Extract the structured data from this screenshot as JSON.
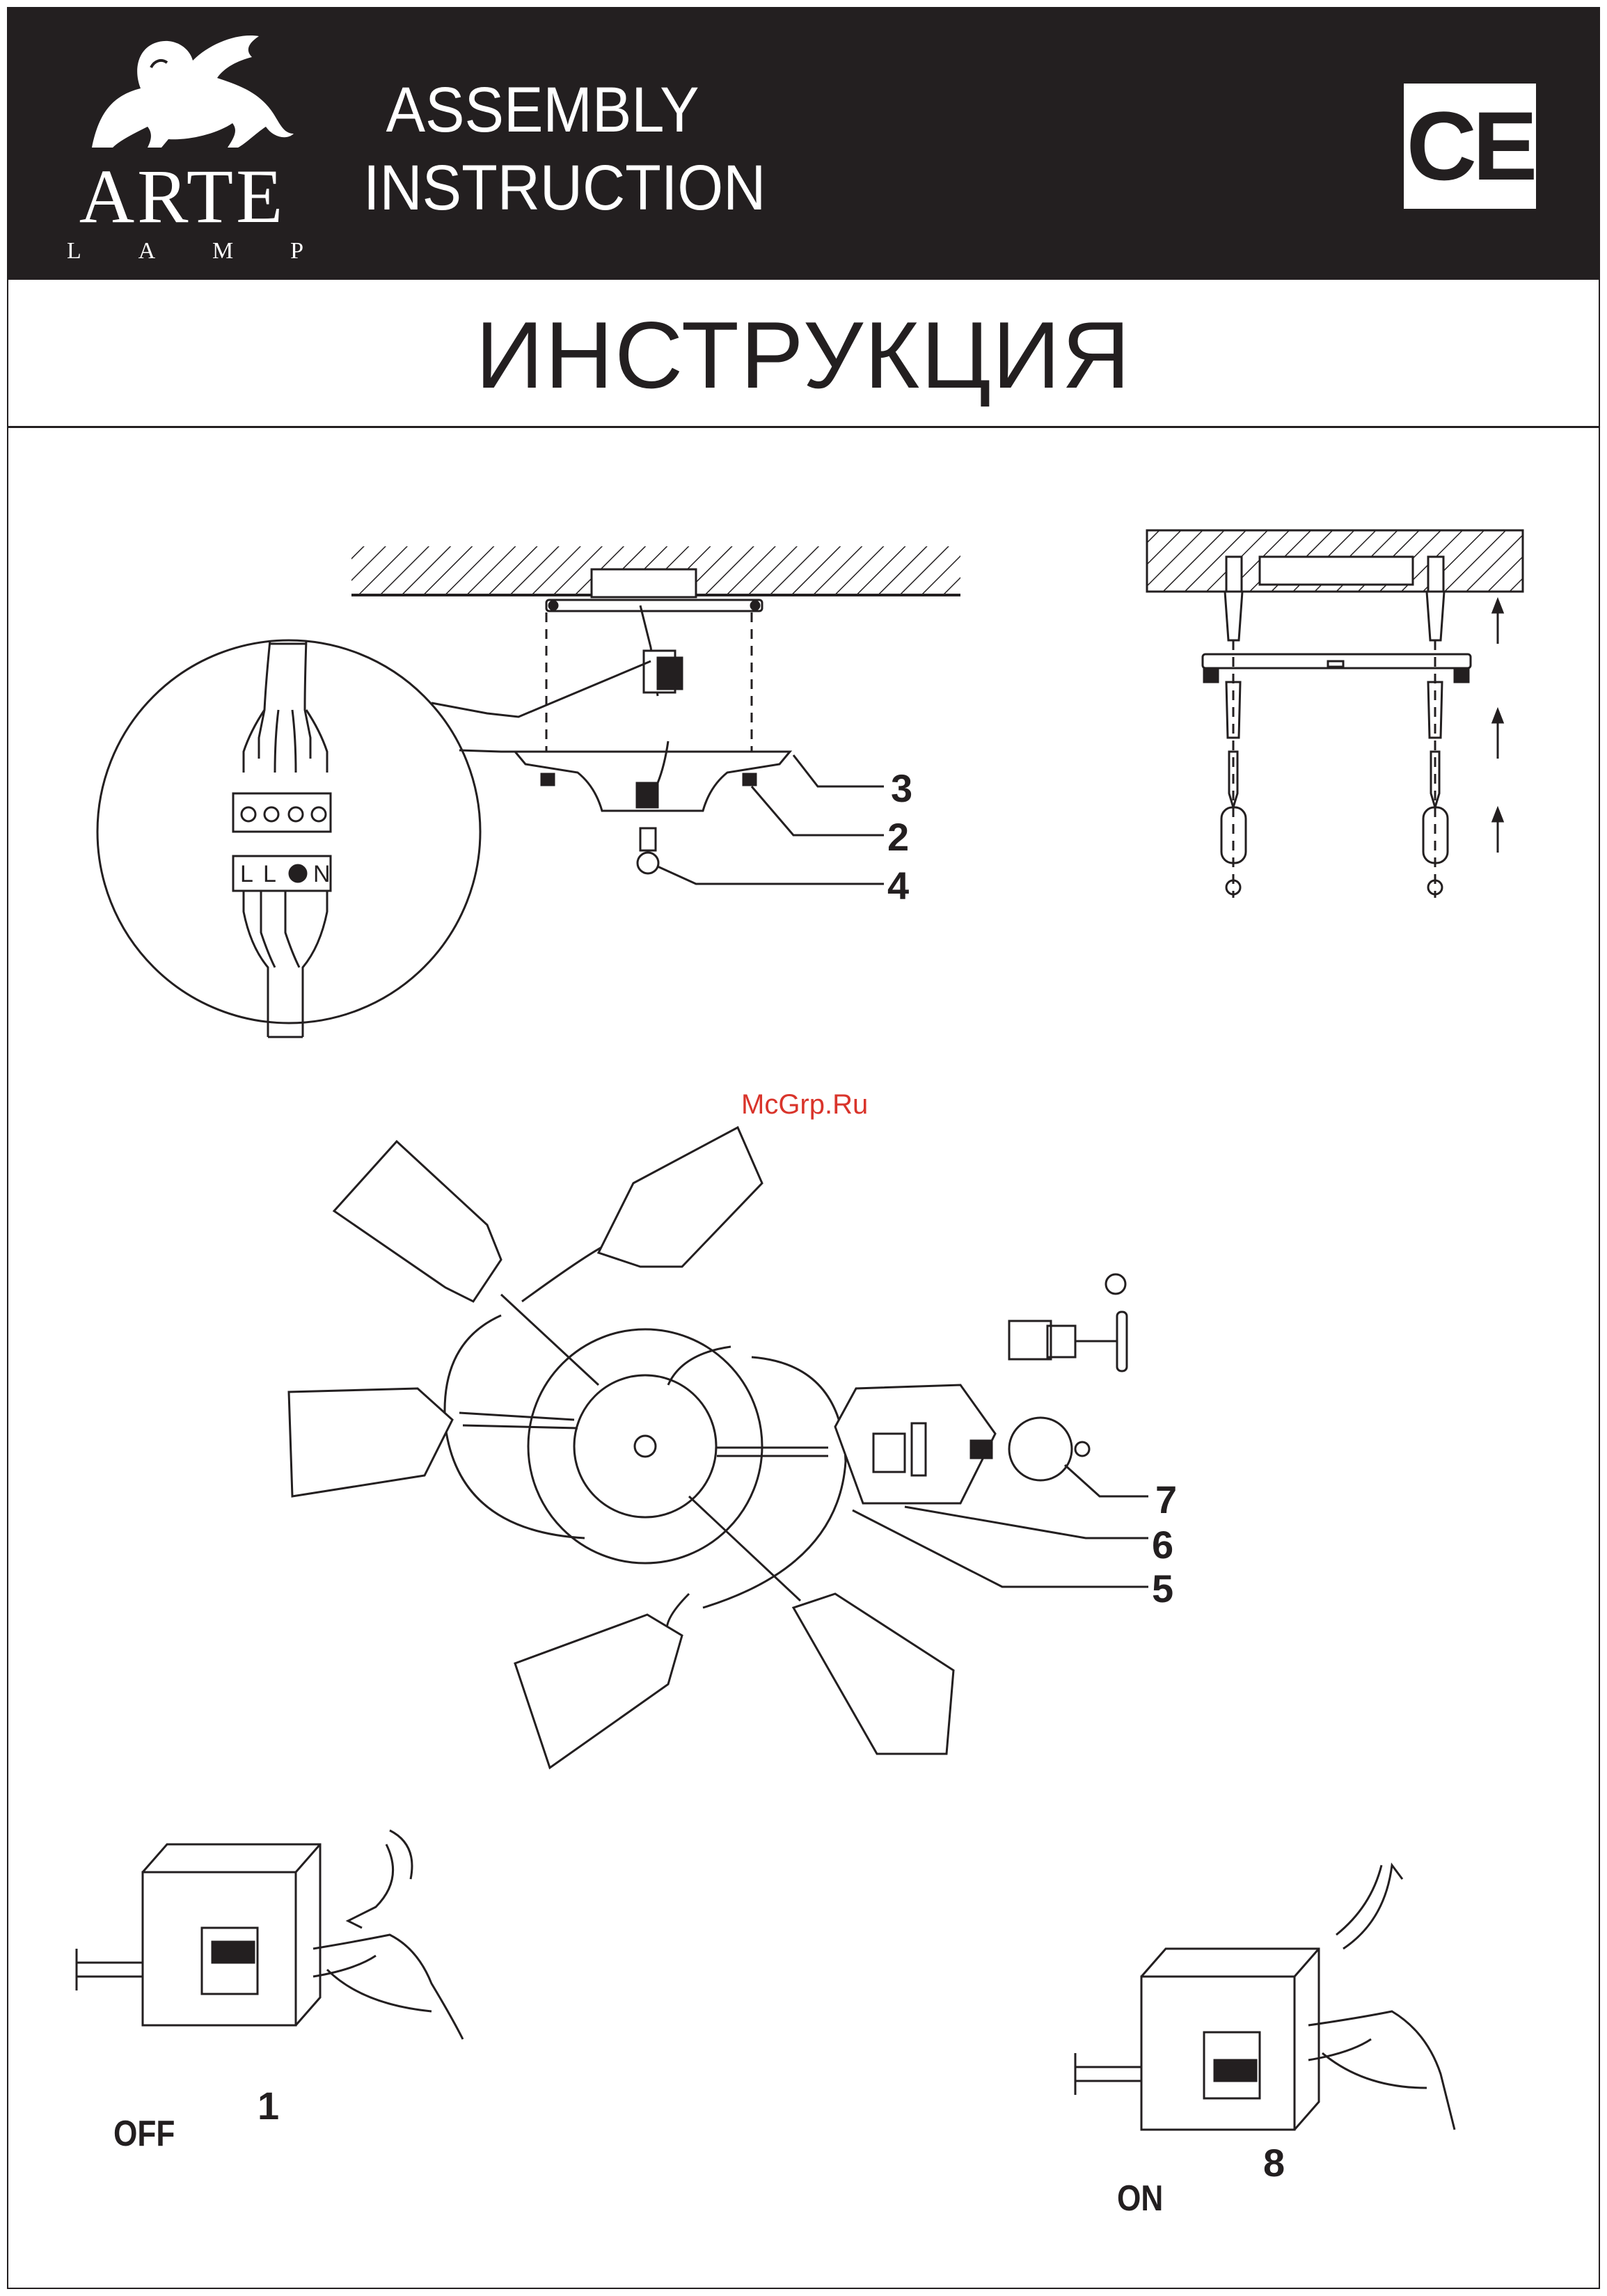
{
  "header": {
    "brand": "ARTE",
    "brand_sub": [
      "L",
      "A",
      "M",
      "P"
    ],
    "title_line1": "ASSEMBLY",
    "title_line2": "INSTRUCTION",
    "ce_mark": "CE"
  },
  "title_ru": "ИНСТРУКЦИЯ",
  "watermark": "McGrp.Ru",
  "terminal_labels": [
    "L",
    "L",
    "N"
  ],
  "callouts": {
    "c3": "3",
    "c2": "2",
    "c4": "4",
    "c7": "7",
    "c6": "6",
    "c5": "5"
  },
  "switches": {
    "off": {
      "label": "OFF",
      "step": "1"
    },
    "on": {
      "label": "ON",
      "step": "8"
    }
  },
  "colors": {
    "ink": "#231f20",
    "header_bg": "#231f20",
    "watermark": "#d9342b"
  }
}
